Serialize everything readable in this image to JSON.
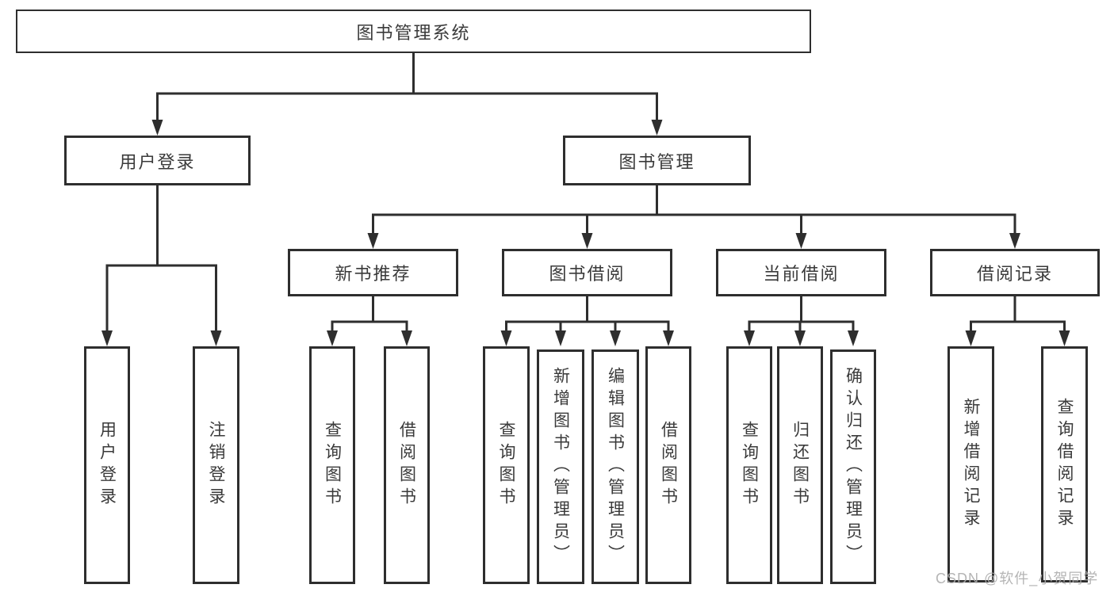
{
  "tree": {
    "root": {
      "label": "图书管理系统"
    },
    "branches": [
      {
        "label": "用户登录",
        "children": [
          {
            "label": "用户登录"
          },
          {
            "label": "注销登录"
          }
        ]
      },
      {
        "label": "图书管理",
        "children": [
          {
            "label": "新书推荐",
            "children": [
              {
                "label": "查询图书"
              },
              {
                "label": "借阅图书"
              }
            ]
          },
          {
            "label": "图书借阅",
            "children": [
              {
                "label": "查询图书"
              },
              {
                "label": "新增图书（管理员）"
              },
              {
                "label": "编辑图书（管理员）"
              },
              {
                "label": "借阅图书"
              }
            ]
          },
          {
            "label": "当前借阅",
            "children": [
              {
                "label": "查询图书"
              },
              {
                "label": "归还图书"
              },
              {
                "label": "确认归还（管理员）"
              }
            ]
          },
          {
            "label": "借阅记录",
            "children": [
              {
                "label": "新增借阅记录"
              },
              {
                "label": "查询借阅记录"
              }
            ]
          }
        ]
      }
    ]
  },
  "watermark": {
    "text": "CSDN @软件_小贺同学"
  },
  "colors": {
    "line": "#2e2e2e",
    "box_border": "#2e2e2e",
    "text": "#3a3a3a",
    "watermark": "#adadad",
    "background": "#ffffff"
  }
}
